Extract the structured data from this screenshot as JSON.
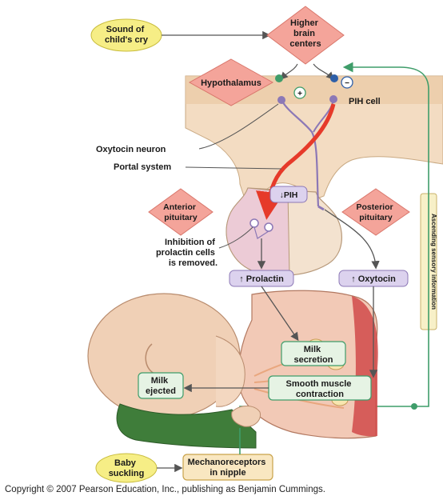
{
  "labels": {
    "sound_of_cry": [
      "Sound of",
      "child's cry"
    ],
    "higher_brain": [
      "Higher",
      "brain",
      "centers"
    ],
    "hypothalamus": "Hypothalamus",
    "pih_cell": "PIH cell",
    "plus_sign": "+",
    "minus_sign": "−",
    "oxytocin_neuron": "Oxytocin neuron",
    "portal_system": "Portal system",
    "pih_box": "↓PIH",
    "anterior_pituitary": [
      "Anterior",
      "pituitary"
    ],
    "posterior_pituitary": [
      "Posterior",
      "pituitary"
    ],
    "inhibition": [
      "Inhibition of",
      "prolactin cells",
      "is removed."
    ],
    "prolactin": "↑ Prolactin",
    "oxytocin": "↑ Oxytocin",
    "afferent_pathway": "Ascending sensory information",
    "milk_secretion": [
      "Milk",
      "secretion"
    ],
    "smooth_muscle": [
      "Smooth muscle",
      "contraction"
    ],
    "milk_ejected": [
      "Milk",
      "ejected"
    ],
    "baby_suckling": [
      "Baby",
      "suckling"
    ],
    "mechanoreceptors": [
      "Mechanoreceptors",
      "in nipple"
    ]
  },
  "copyright": "Copyright © 2007 Pearson Education, Inc., publishing as Benjamin Cummings.",
  "colors": {
    "diamond_fill": "#f4a49a",
    "diamond_stroke": "#d9766b",
    "yellow_oval": "#f6ee86",
    "lavender_box": "#dcd2ee",
    "green_box": "#e6f3e4",
    "tan_tissue": "#f3dcc2",
    "pink_anterior": "#eccbd6",
    "green_pathway": "#3f9d6a",
    "red_arrow": "#e63a2a",
    "neuron_purple": "#8c78b6"
  }
}
